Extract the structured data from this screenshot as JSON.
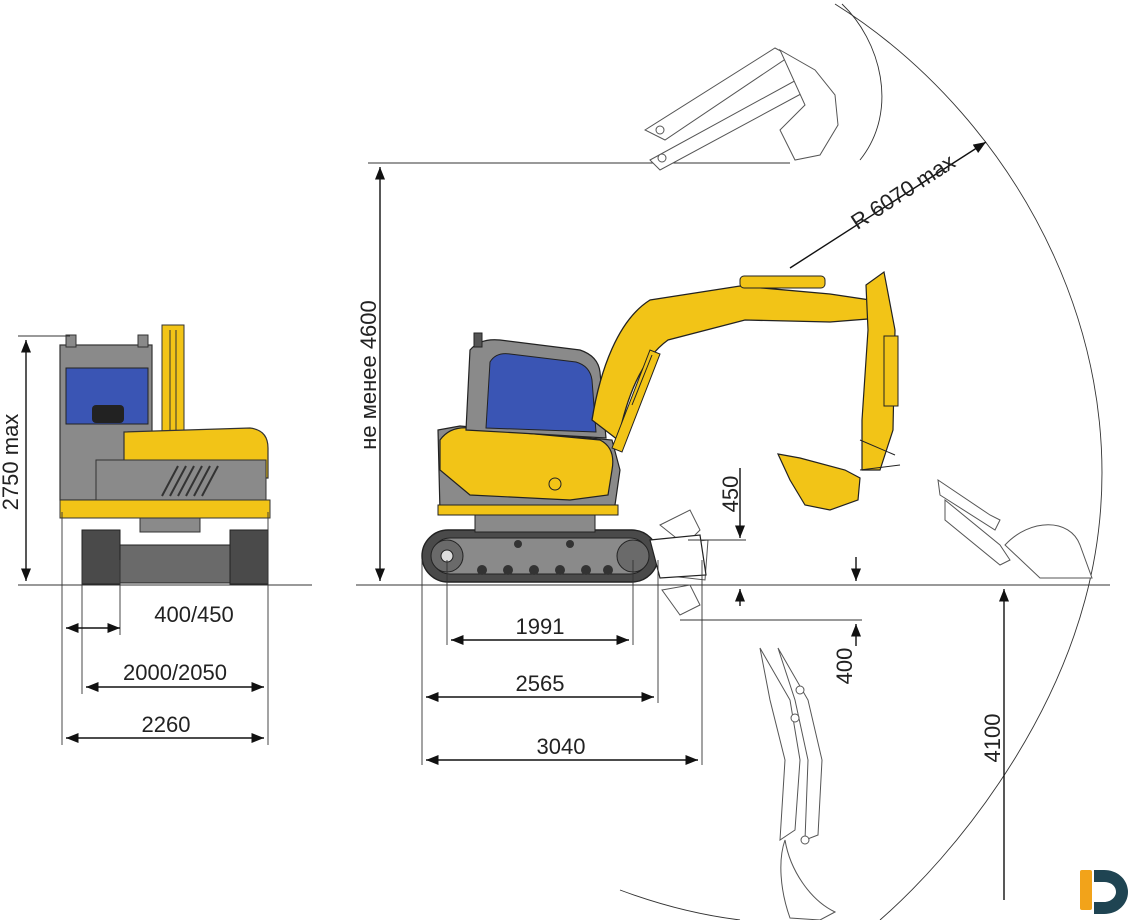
{
  "front_view": {
    "height_label": "2750 max",
    "track_width_label": "400/450",
    "gauge_label": "2000/2050",
    "overall_width_label": "2260"
  },
  "side_view": {
    "min_height_label": "не менее 4600",
    "reach_label": "R 6070 max",
    "blade_lift_label": "450",
    "blade_drop_label": "400",
    "dig_depth_label": "4100",
    "tumbler_distance_label": "1991",
    "track_length_label": "2565",
    "transport_length_label": "3040"
  },
  "colors": {
    "body_yellow": "#f2c417",
    "body_dark_yellow": "#c99a00",
    "cab_glass": "#3a55b4",
    "frame_gray": "#8a8a8a",
    "track_dark": "#4a4a4a",
    "logo_dark": "#1f4452",
    "logo_orange": "#f2a31a"
  },
  "logo": {
    "icon": "brand-logo-icon"
  }
}
